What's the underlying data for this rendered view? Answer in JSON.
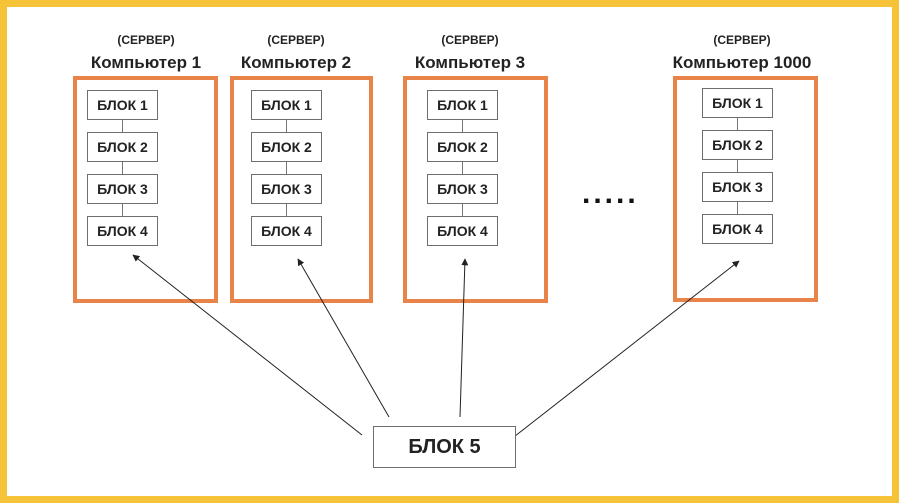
{
  "servers": [
    {
      "tag": "(СЕРВЕР)",
      "title": "Компьютер 1",
      "blocks": [
        "БЛОК 1",
        "БЛОК 2",
        "БЛОК 3",
        "БЛОК 4"
      ]
    },
    {
      "tag": "(СЕРВЕР)",
      "title": "Компьютер 2",
      "blocks": [
        "БЛОК 1",
        "БЛОК 2",
        "БЛОК 3",
        "БЛОК 4"
      ]
    },
    {
      "tag": "(СЕРВЕР)",
      "title": "Компьютер 3",
      "blocks": [
        "БЛОК 1",
        "БЛОК 2",
        "БЛОК 3",
        "БЛОК 4"
      ]
    },
    {
      "tag": "(СЕРВЕР)",
      "title": "Компьютер 1000",
      "blocks": [
        "БЛОК 1",
        "БЛОК 2",
        "БЛОК 3",
        "БЛОК 4"
      ]
    }
  ],
  "ellipsis": ".....",
  "new_block": "БЛОК 5",
  "colors": {
    "frame": "#f6c338",
    "server_border": "#e8834a",
    "arrow": "#222222"
  }
}
